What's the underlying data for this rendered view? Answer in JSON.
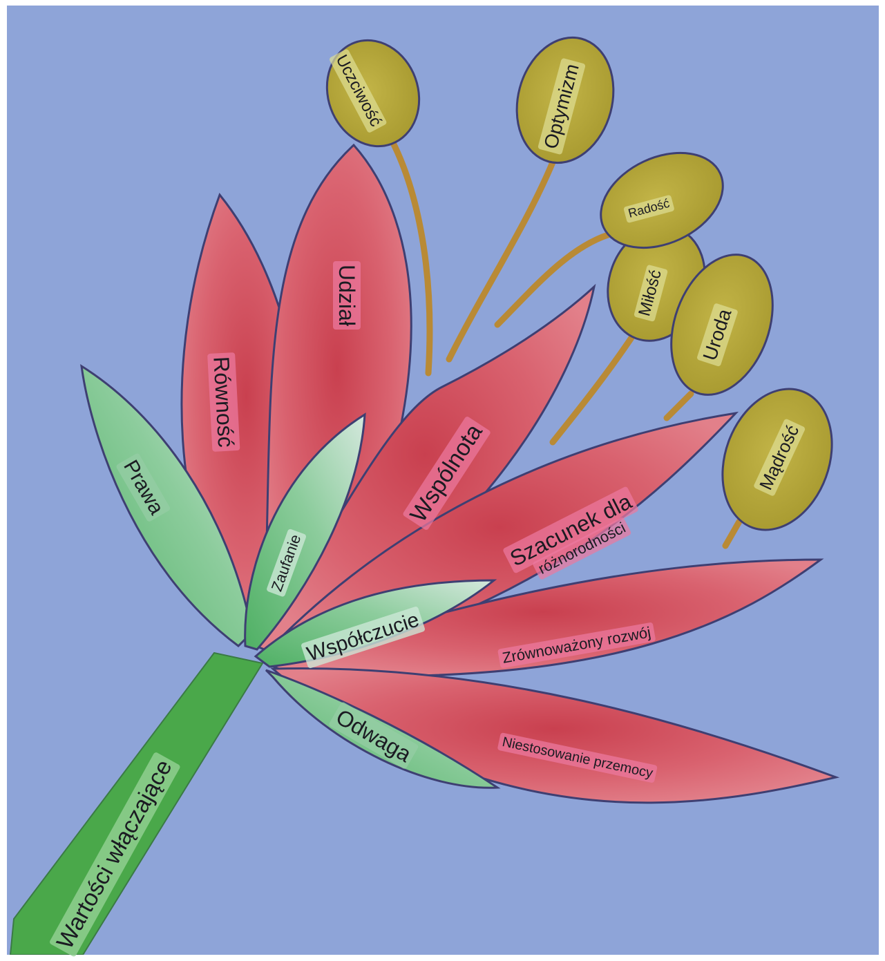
{
  "colors": {
    "background": "#8ea4d8",
    "frame": "#ffffff",
    "petal": "#d8606d",
    "petal_dark": "#c83f52",
    "leaf": "#6fbf80",
    "leaf_light": "#c6e1d3",
    "stem": "#4aa84a",
    "bud": "#b4a83a",
    "bud_stalk": "#b98a35",
    "outline": "#3e3f72"
  },
  "stem_label": "Wartości włączające",
  "petals": {
    "rownosc": "Równość",
    "udzial": "Udział",
    "wspolnota": "Wspólnota",
    "szacunek_line1": "Szacunek dla",
    "szacunek_line2": "różnorodności",
    "zrownowazony": "Zrównoważony rozwój",
    "niestosowanie": "Niestosowanie przemocy"
  },
  "leaves": {
    "prawa": "Prawa",
    "zaufanie": "Zaufanie",
    "wspolczucie": "Współczucie",
    "odwaga": "Odwaga"
  },
  "buds": {
    "uczciwosc": "Uczciwość",
    "optymizm": "Optymizm",
    "radosc": "Radość",
    "milosc": "Miłość",
    "uroda": "Uroda",
    "madrosc": "Mądrość"
  }
}
